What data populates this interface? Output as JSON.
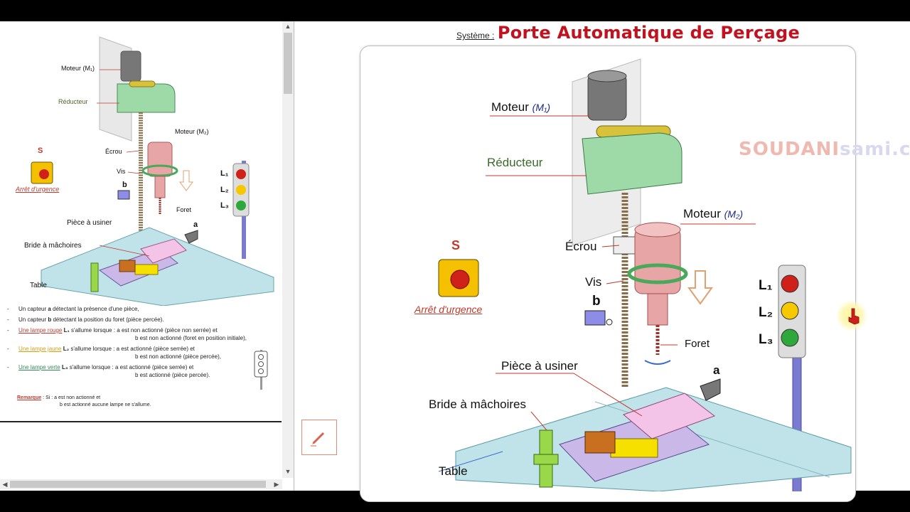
{
  "left_doc": {
    "labels": {
      "moteur_m1": "Moteur (M₁)",
      "reducteur": "Réducteur",
      "moteur_m2": "Moteur (M₂)",
      "ecrou": "Écrou",
      "vis": "Vis",
      "foret": "Foret",
      "piece": "Pièce à usiner",
      "bride": "Bride à mâchoires",
      "table": "Table",
      "s": "S",
      "arret": "Arrêt d'urgence",
      "b": "b",
      "a": "a",
      "l1": "L₁",
      "l2": "L₂",
      "l3": "L₃"
    },
    "bullets": [
      {
        "pre": "Un capteur ",
        "bold": "a",
        "post": " détectant la présence d'une pièce,"
      },
      {
        "pre": "Un capteur ",
        "bold": "b",
        "post": " détectant la position du foret (pièce percée)."
      }
    ],
    "lamp_red": {
      "name": "Une lampe rouge",
      "lamp": "L₁",
      "text": " s'allume lorsque : ",
      "l1": "a est non actionné (pièce non serrée) et",
      "l2": "b est non actionné (foret en position initiale),"
    },
    "lamp_yellow": {
      "name": "Une lampe jaune",
      "lamp": "L₂",
      "text": " s'allume lorsque : ",
      "l1": "a est actionné (pièce serrée) et",
      "l2": "b est non actionné (pièce percée),"
    },
    "lamp_green": {
      "name": "Une lampe verte",
      "lamp": "L₃",
      "text": " s'allume lorsque : ",
      "l1": "a est actionné (pièce serrée) et",
      "l2": "b est actionné (pièce percée)."
    },
    "remarque": {
      "label": "Remarque",
      "l1": " : Si : a est non actionné et",
      "l2": "b est actionné aucune lampe ne s'allume."
    }
  },
  "main": {
    "system_label": "Système :",
    "system_title": "Porte Automatique de Perçage",
    "watermark_a": "SOUDANI",
    "watermark_b": "sami.com",
    "labels": {
      "moteur": "Moteur",
      "m1": "(M₁)",
      "reducteur": "Réducteur",
      "moteur2": "Moteur",
      "m2": "(M₂)",
      "ecrou": "Écrou",
      "vis": "Vis",
      "foret": "Foret",
      "piece": "Pièce à usiner",
      "bride": "Bride à mâchoires",
      "table": "Table",
      "s": "S",
      "arret": "Arrêt d'urgence",
      "b": "b",
      "a": "a",
      "l1": "L₁",
      "l2": "L₂",
      "l3": "L₃"
    }
  },
  "colors": {
    "title_red": "#c0121f",
    "reducer_green": "#9ed9a8",
    "motor_pink": "#e8a5a5",
    "table_cyan": "#bfe3e8",
    "bride_purple": "#c9b8e8",
    "piece_pink": "#f3c4e8"
  },
  "icons": {
    "edit": "pencil-icon",
    "cursor": "hand-pointer-icon"
  }
}
